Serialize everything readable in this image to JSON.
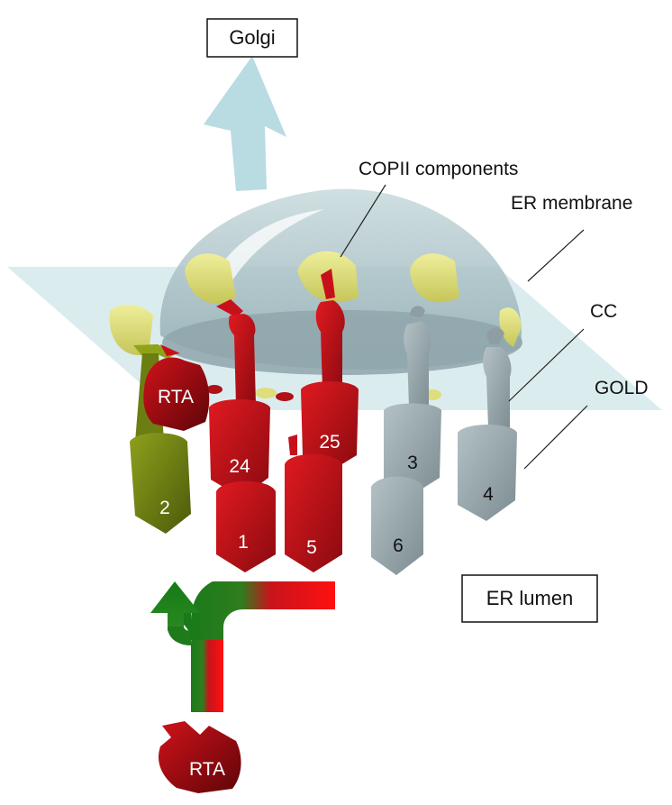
{
  "labels": {
    "golgi": "Golgi",
    "copii": "COPII components",
    "er_membrane": "ER membrane",
    "cc": "CC",
    "gold": "GOLD",
    "er_lumen": "ER lumen",
    "rta_top": "RTA",
    "rta_bottom": "RTA"
  },
  "proteins": {
    "p24": "24",
    "p25": "25",
    "p1": "1",
    "p5": "5",
    "p2": "2",
    "p3": "3",
    "p4": "4",
    "p6": "6"
  },
  "colors": {
    "red_family": "#c8101a",
    "green_family": "#6f7f12",
    "grey_family": "#8f9ea3",
    "copii_yellow": "#dede7a",
    "membrane": "#cfe6ea",
    "dome": "#a9c2c7",
    "arrow_up": "#b7dbe2"
  },
  "icons": [
    "golgi-arrow-icon",
    "sorting-fork-arrow-icon"
  ]
}
